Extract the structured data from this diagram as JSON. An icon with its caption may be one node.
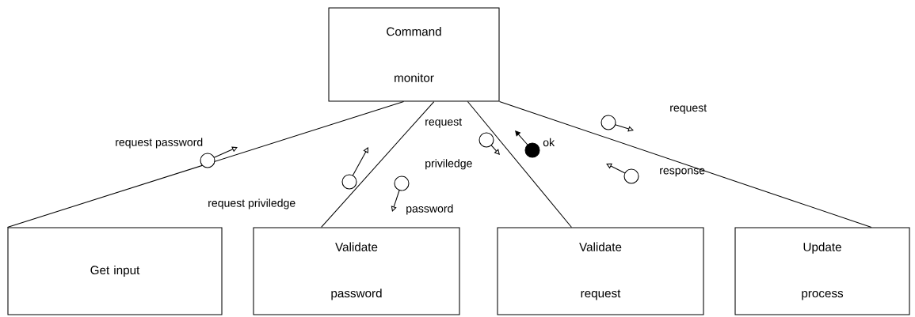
{
  "diagram": {
    "nodes": [
      {
        "text": [
          "Command monitor"
        ]
      },
      {
        "text": [
          "Get input"
        ]
      },
      {
        "text": [
          "Validate password"
        ]
      },
      {
        "text": [
          "Validate request"
        ]
      },
      {
        "text": [
          "Update process"
        ]
      }
    ],
    "edges": [
      {
        "from": 0,
        "to": 1,
        "arrow": "none"
      },
      {
        "from": 0,
        "to": 2,
        "arrow": "none"
      },
      {
        "from": 0,
        "to": 3,
        "arrow": "none"
      },
      {
        "from": 0,
        "to": 4,
        "arrow": "none"
      }
    ],
    "labels": [
      "request",
      "request priviledge",
      "ok",
      "request password",
      "response",
      "request priviledge",
      "password"
    ]
  }
}
